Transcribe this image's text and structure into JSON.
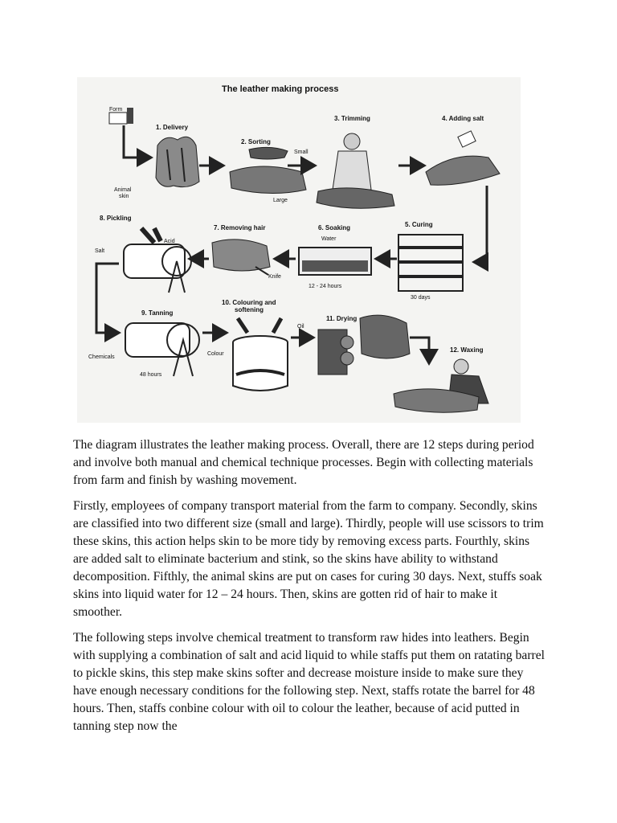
{
  "diagram": {
    "title": "The leather making process",
    "labels": {
      "farm": "Form",
      "delivery": "1. Delivery",
      "animal_skin_1": "Animal",
      "animal_skin_2": "skin",
      "sorting": "2. Sorting",
      "small": "Small",
      "large": "Large",
      "trimming": "3. Trimming",
      "adding_salt": "4. Adding salt",
      "pickling": "8. Pickling",
      "acid": "Acid",
      "salt": "Salt",
      "removing_hair": "7. Removing hair",
      "knife": "Knife",
      "soaking": "6. Soaking",
      "water": "Water",
      "soak_time": "12 - 24 hours",
      "curing": "5. Curing",
      "curing_time": "30 days",
      "tanning": "9. Tanning",
      "chemicals": "Chemicals",
      "tanning_time": "48 hours",
      "colouring_1": "10. Colouring and",
      "colouring_2": "softening",
      "oil": "Oil",
      "colour": "Colour",
      "drying": "11. Drying",
      "waxing": "12. Waxing"
    }
  },
  "paragraphs": [
    "The diagram illustrates the leather making process. Overall, there are 12 steps during period and involve both manual and chemical technique processes. Begin with collecting materials from farm and finish by washing movement.",
    "Firstly, employees of company transport material from the farm to company. Secondly, skins are classified into two different size (small and large). Thirdly, people will use scissors to trim these skins, this action helps skin to be more tidy by removing excess parts. Fourthly, skins are added salt to eliminate bacterium and stink, so the skins have ability to withstand decomposition. Fifthly, the animal skins are put on cases for curing 30 days. Next, stuffs soak skins into liquid water for 12 – 24 hours. Then, skins are gotten rid of hair to make it smoother.",
    "The following steps involve chemical treatment to transform raw hides into leathers. Begin with supplying a combination of salt and acid liquid to while staffs put them on ratating barrel to pickle skins, this step make skins softer and decrease moisture inside to make sure they have enough necessary conditions for the following step. Next, staffs rotate the barrel for 48 hours. Then, staffs conbine colour with oil to colour the leather, because of acid putted in tanning step now the"
  ]
}
